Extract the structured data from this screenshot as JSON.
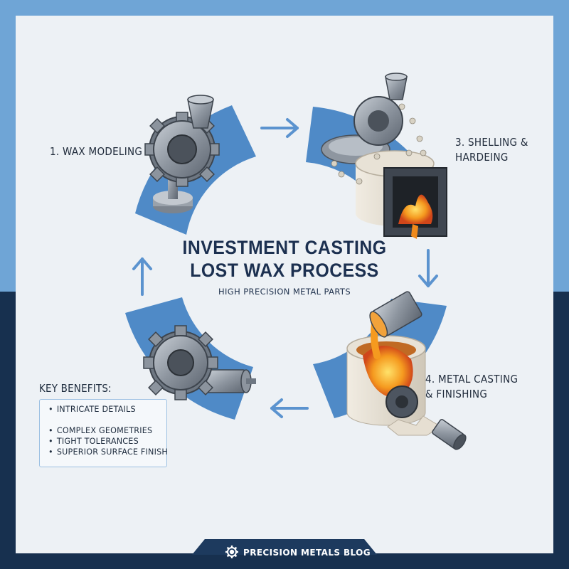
{
  "title_line1": "INVESTMENT CASTING",
  "title_line2": "LOST WAX PROCESS",
  "subtitle": "HIGH PRECISION METAL PARTS",
  "steps": {
    "wax_modeling": "1. WAX MODELING",
    "shelling_line1": "3. SHELLING &",
    "shelling_line2": "HARDEING",
    "casting_line1": "4. METAL CASTING",
    "casting_line2": "& FINISHING"
  },
  "benefits": {
    "heading": "KEY BENEFITS:",
    "items": [
      "INTRICATE DETAILS",
      "COMPLEX GEOMETRIES",
      "TIGHT TOLERANCES",
      "SUPERIOR SURFACE FINISH"
    ]
  },
  "footer": {
    "label": "PRECISION METALS BLOG",
    "icon": "gear-icon"
  },
  "colors": {
    "ring": "#4f89c6",
    "navy": "#17304f",
    "sky": "#6fa5d6",
    "molten": "#f08a1c"
  }
}
